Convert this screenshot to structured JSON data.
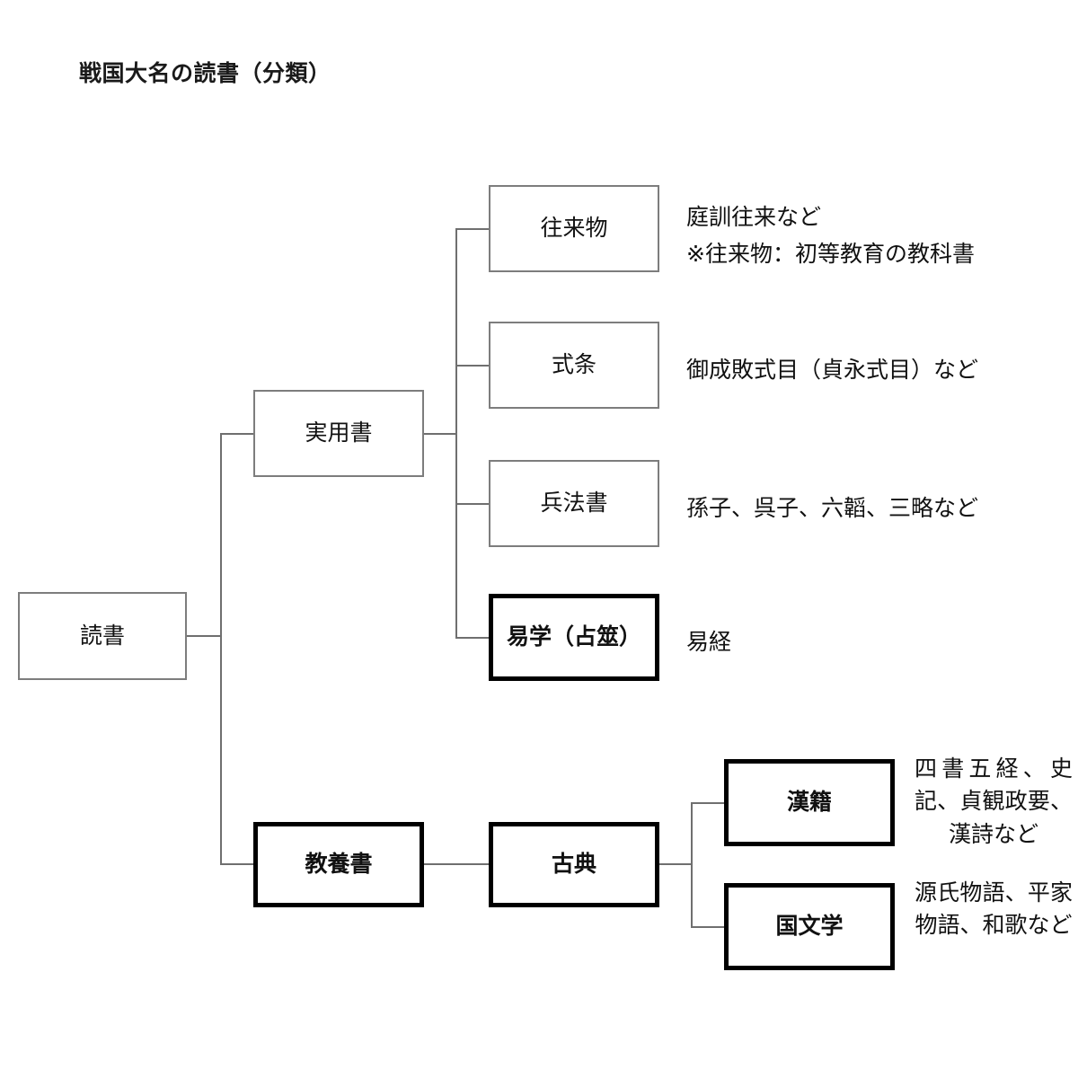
{
  "title": "戦国大名の読書（分類）",
  "diagram": {
    "type": "tree",
    "root": {
      "label": "読書",
      "emphasis": false
    },
    "branches": [
      {
        "label": "実用書",
        "emphasis": false,
        "children": [
          {
            "label": "往来物",
            "emphasis": false,
            "annotation_lines": [
              "庭訓往来など",
              "※往来物：初等教育の教科書"
            ]
          },
          {
            "label": "式条",
            "emphasis": false,
            "annotation_lines": [
              "御成敗式目（貞永式目）など"
            ]
          },
          {
            "label": "兵法書",
            "emphasis": false,
            "annotation_lines": [
              "孫子、呉子、六韜、三略など"
            ]
          },
          {
            "label": "易学（占筮）",
            "emphasis": true,
            "annotation_lines": [
              "易経"
            ]
          }
        ]
      },
      {
        "label": "教養書",
        "emphasis": true,
        "children": [
          {
            "label": "古典",
            "emphasis": true,
            "children": [
              {
                "label": "漢籍",
                "emphasis": true,
                "annotation_lines": [
                  "四書五経、史記、貞観政要、漢詩など"
                ]
              },
              {
                "label": "国文学",
                "emphasis": true,
                "annotation_lines": [
                  "源氏物語、平家物語、和歌など"
                ]
              }
            ]
          }
        ]
      }
    ]
  },
  "nodes": {
    "root": "読書",
    "practical": "実用書",
    "oraimono": "往来物",
    "shikijo": "式条",
    "heihosho": "兵法書",
    "ekigaku": "易学（占筮）",
    "kyoyosho": "教養書",
    "koten": "古典",
    "kanseki": "漢籍",
    "kokubungaku": "国文学"
  },
  "annotations": {
    "oraimono_l1": "庭訓往来など",
    "oraimono_l2": "※往来物：初等教育の教科書",
    "shikijo": "御成敗式目（貞永式目）など",
    "heihosho": "孫子、呉子、六韜、三略など",
    "ekigaku": "易経",
    "kanseki": "四書五経、史記、貞観政要、漢詩など",
    "kokubungaku_main": "源氏物語、平家物語、和歌",
    "kokubungaku_tail": "など"
  },
  "colors": {
    "background": "#ffffff",
    "text": "#111111",
    "thin_border": "#7d7d7d",
    "bold_border": "#000000",
    "connector": "#6f6f6f"
  }
}
